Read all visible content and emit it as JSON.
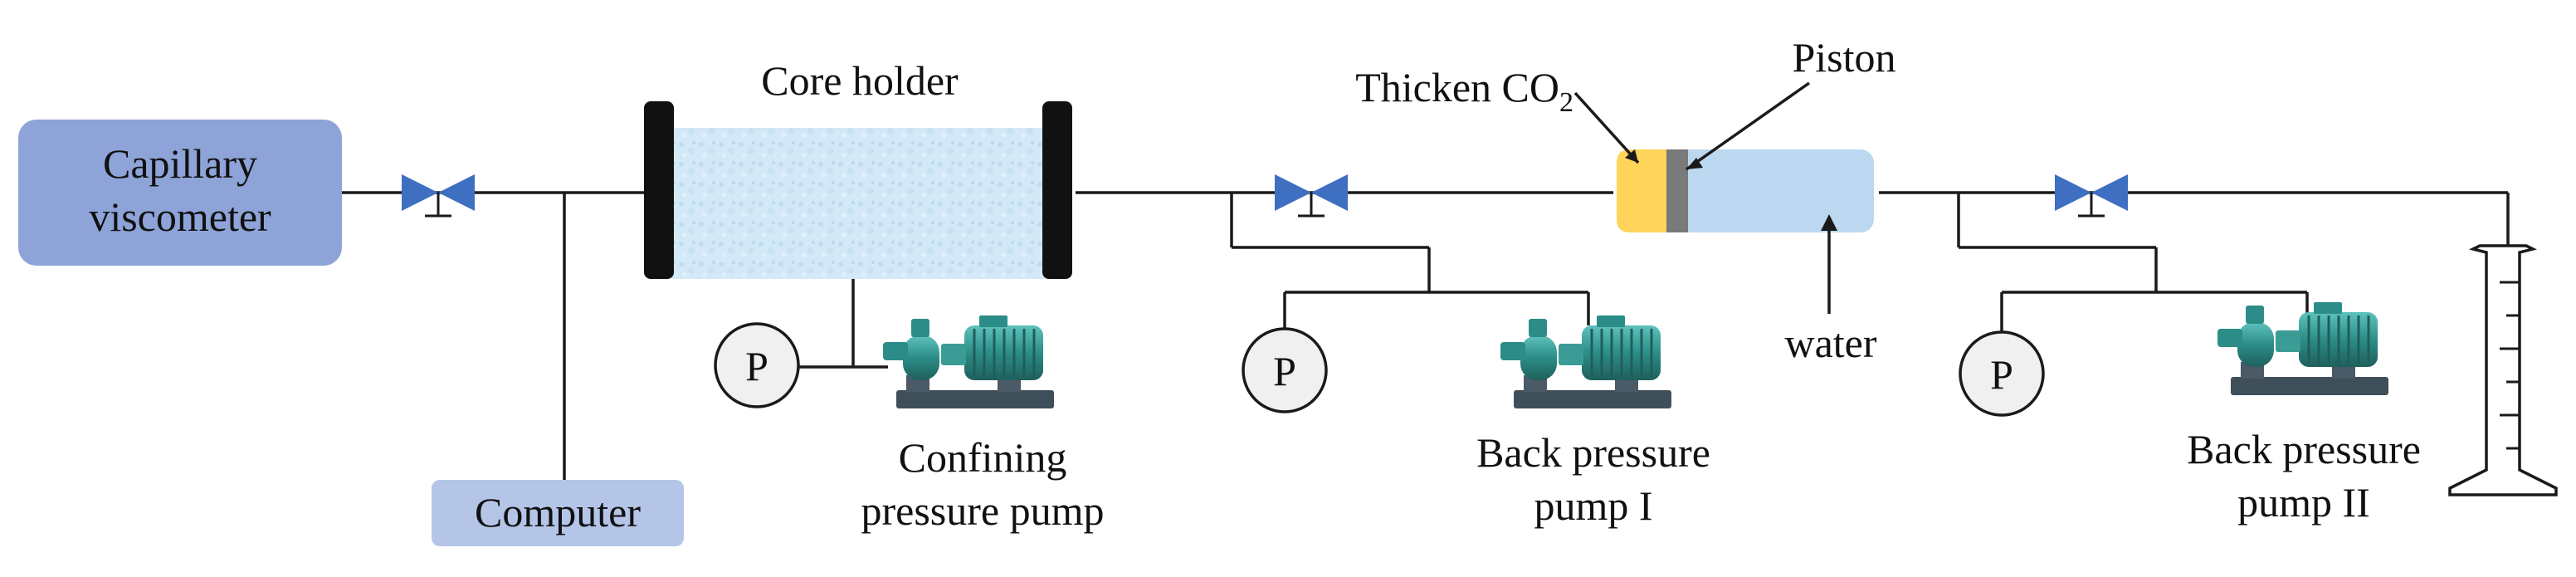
{
  "labels": {
    "capillary_viscometer_line1": "Capillary",
    "capillary_viscometer_line2": "viscometer",
    "computer": "Computer",
    "core_holder": "Core holder",
    "confining_pump_line1": "Confining",
    "confining_pump_line2": "pressure pump",
    "thicken_co2": "Thicken CO",
    "thicken_co2_subscript": "2",
    "piston": "Piston",
    "water": "water",
    "back_pressure_pump_1_line1": "Back pressure",
    "back_pressure_pump_1_line2": "pump I",
    "back_pressure_pump_2_line1": "Back pressure",
    "back_pressure_pump_2_line2": "pump II",
    "gauge_symbol": "P"
  },
  "colors": {
    "viscometer_box": "#8EA4D9",
    "computer_box": "#B4C5E8",
    "valve": "#3E6FC1",
    "core": "#CFE6F6",
    "co2": "#FFD45A",
    "piston": "#7A7A7A",
    "water": "#BCD8F0",
    "pump_body": "#2F8F8A",
    "pump_base": "#3F4F5A"
  }
}
